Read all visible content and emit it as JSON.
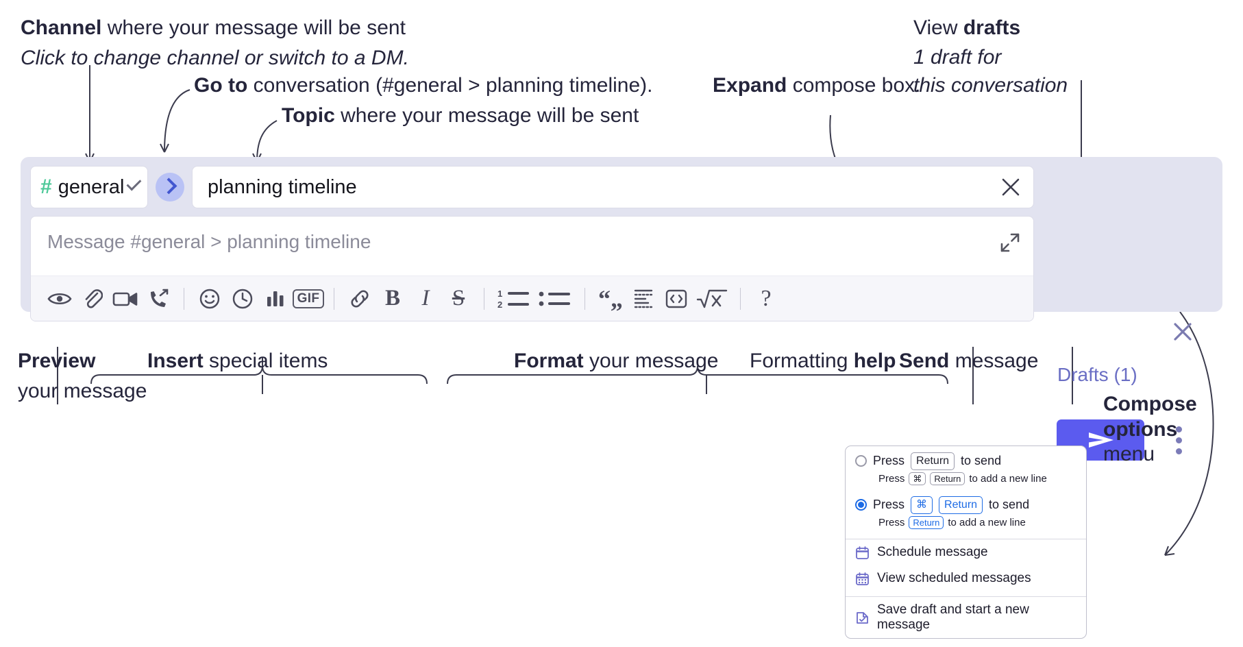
{
  "annotations": {
    "channel": {
      "bold": "Channel",
      "rest": " where your message will be sent",
      "sub": "Click to change channel or switch to a DM."
    },
    "goto": {
      "bold": "Go to",
      "rest": " conversation (#general > planning timeline)."
    },
    "topic": {
      "bold": "Topic",
      "rest": " where your message will be sent"
    },
    "expand": {
      "bold": "Expand",
      "rest": " compose box."
    },
    "drafts": {
      "lead": "View ",
      "bold": "drafts",
      "sub1": "1 draft for",
      "sub2": "this conversation"
    },
    "preview": {
      "bold": "Preview",
      "sub": "your message"
    },
    "insert": {
      "bold": "Insert",
      "rest": " special items"
    },
    "format": {
      "bold": "Format",
      "rest": " your message"
    },
    "formatting_help": {
      "lead": "Formatting ",
      "bold": "help"
    },
    "send": {
      "bold": "Send",
      "rest": " message"
    },
    "compose_options": {
      "bold1": "Compose",
      "bold2": "options",
      "rest": "menu"
    }
  },
  "composer": {
    "channel_name": "general",
    "hash_symbol": "#",
    "topic_value": "planning timeline",
    "message_placeholder": "Message #general > planning timeline",
    "drafts_label": "Drafts (1)",
    "toolbar": [
      {
        "name": "preview-icon",
        "label": "Preview"
      },
      {
        "name": "attachment-icon",
        "label": "Attach file"
      },
      {
        "name": "video-icon",
        "label": "Record video clip"
      },
      {
        "name": "audio-call-icon",
        "label": "Record audio clip"
      },
      {
        "name": "separator",
        "label": ""
      },
      {
        "name": "emoji-icon",
        "label": "Emoji"
      },
      {
        "name": "clock-icon",
        "label": "Reminder"
      },
      {
        "name": "poll-icon",
        "label": "Poll"
      },
      {
        "name": "gif-icon",
        "label": "GIF"
      },
      {
        "name": "separator",
        "label": ""
      },
      {
        "name": "link-icon",
        "label": "Link"
      },
      {
        "name": "bold-icon",
        "label": "B"
      },
      {
        "name": "italic-icon",
        "label": "I"
      },
      {
        "name": "strikethrough-icon",
        "label": "S"
      },
      {
        "name": "separator",
        "label": ""
      },
      {
        "name": "ordered-list-icon",
        "label": "Ordered list"
      },
      {
        "name": "bulleted-list-icon",
        "label": "Bulleted list"
      },
      {
        "name": "separator",
        "label": ""
      },
      {
        "name": "blockquote-icon",
        "label": "Blockquote"
      },
      {
        "name": "code-block-icon",
        "label": "Code block"
      },
      {
        "name": "code-icon",
        "label": "Code"
      },
      {
        "name": "math-icon",
        "label": "Math"
      },
      {
        "name": "separator",
        "label": ""
      },
      {
        "name": "help-icon",
        "label": "?"
      }
    ]
  },
  "options_menu": {
    "radio_options": [
      {
        "selected": false,
        "press": "Press",
        "key": "Return",
        "after": "to send",
        "sub_press": "Press",
        "sub_key1": "⌘",
        "sub_key2": "Return",
        "sub_after": "to add a new line"
      },
      {
        "selected": true,
        "press": "Press",
        "key1": "⌘",
        "key2": "Return",
        "after": "to send",
        "sub_press": "Press",
        "sub_key": "Return",
        "sub_after": "to add a new line"
      }
    ],
    "items": [
      {
        "icon": "calendar-icon",
        "label": "Schedule message"
      },
      {
        "icon": "calendar-grid-icon",
        "label": "View scheduled messages"
      },
      {
        "icon": "draft-save-icon",
        "label": "Save draft and start a new message"
      }
    ]
  },
  "colors": {
    "panel_bg": "#e2e3f0",
    "send_button": "#5b5bef",
    "goto_button": "#b9c2f5",
    "hash_green": "#4ec999",
    "drafts_text": "#6a6ec4",
    "accent_blue": "#1d6be5",
    "menu_icon_purple": "#6b6ac9"
  }
}
